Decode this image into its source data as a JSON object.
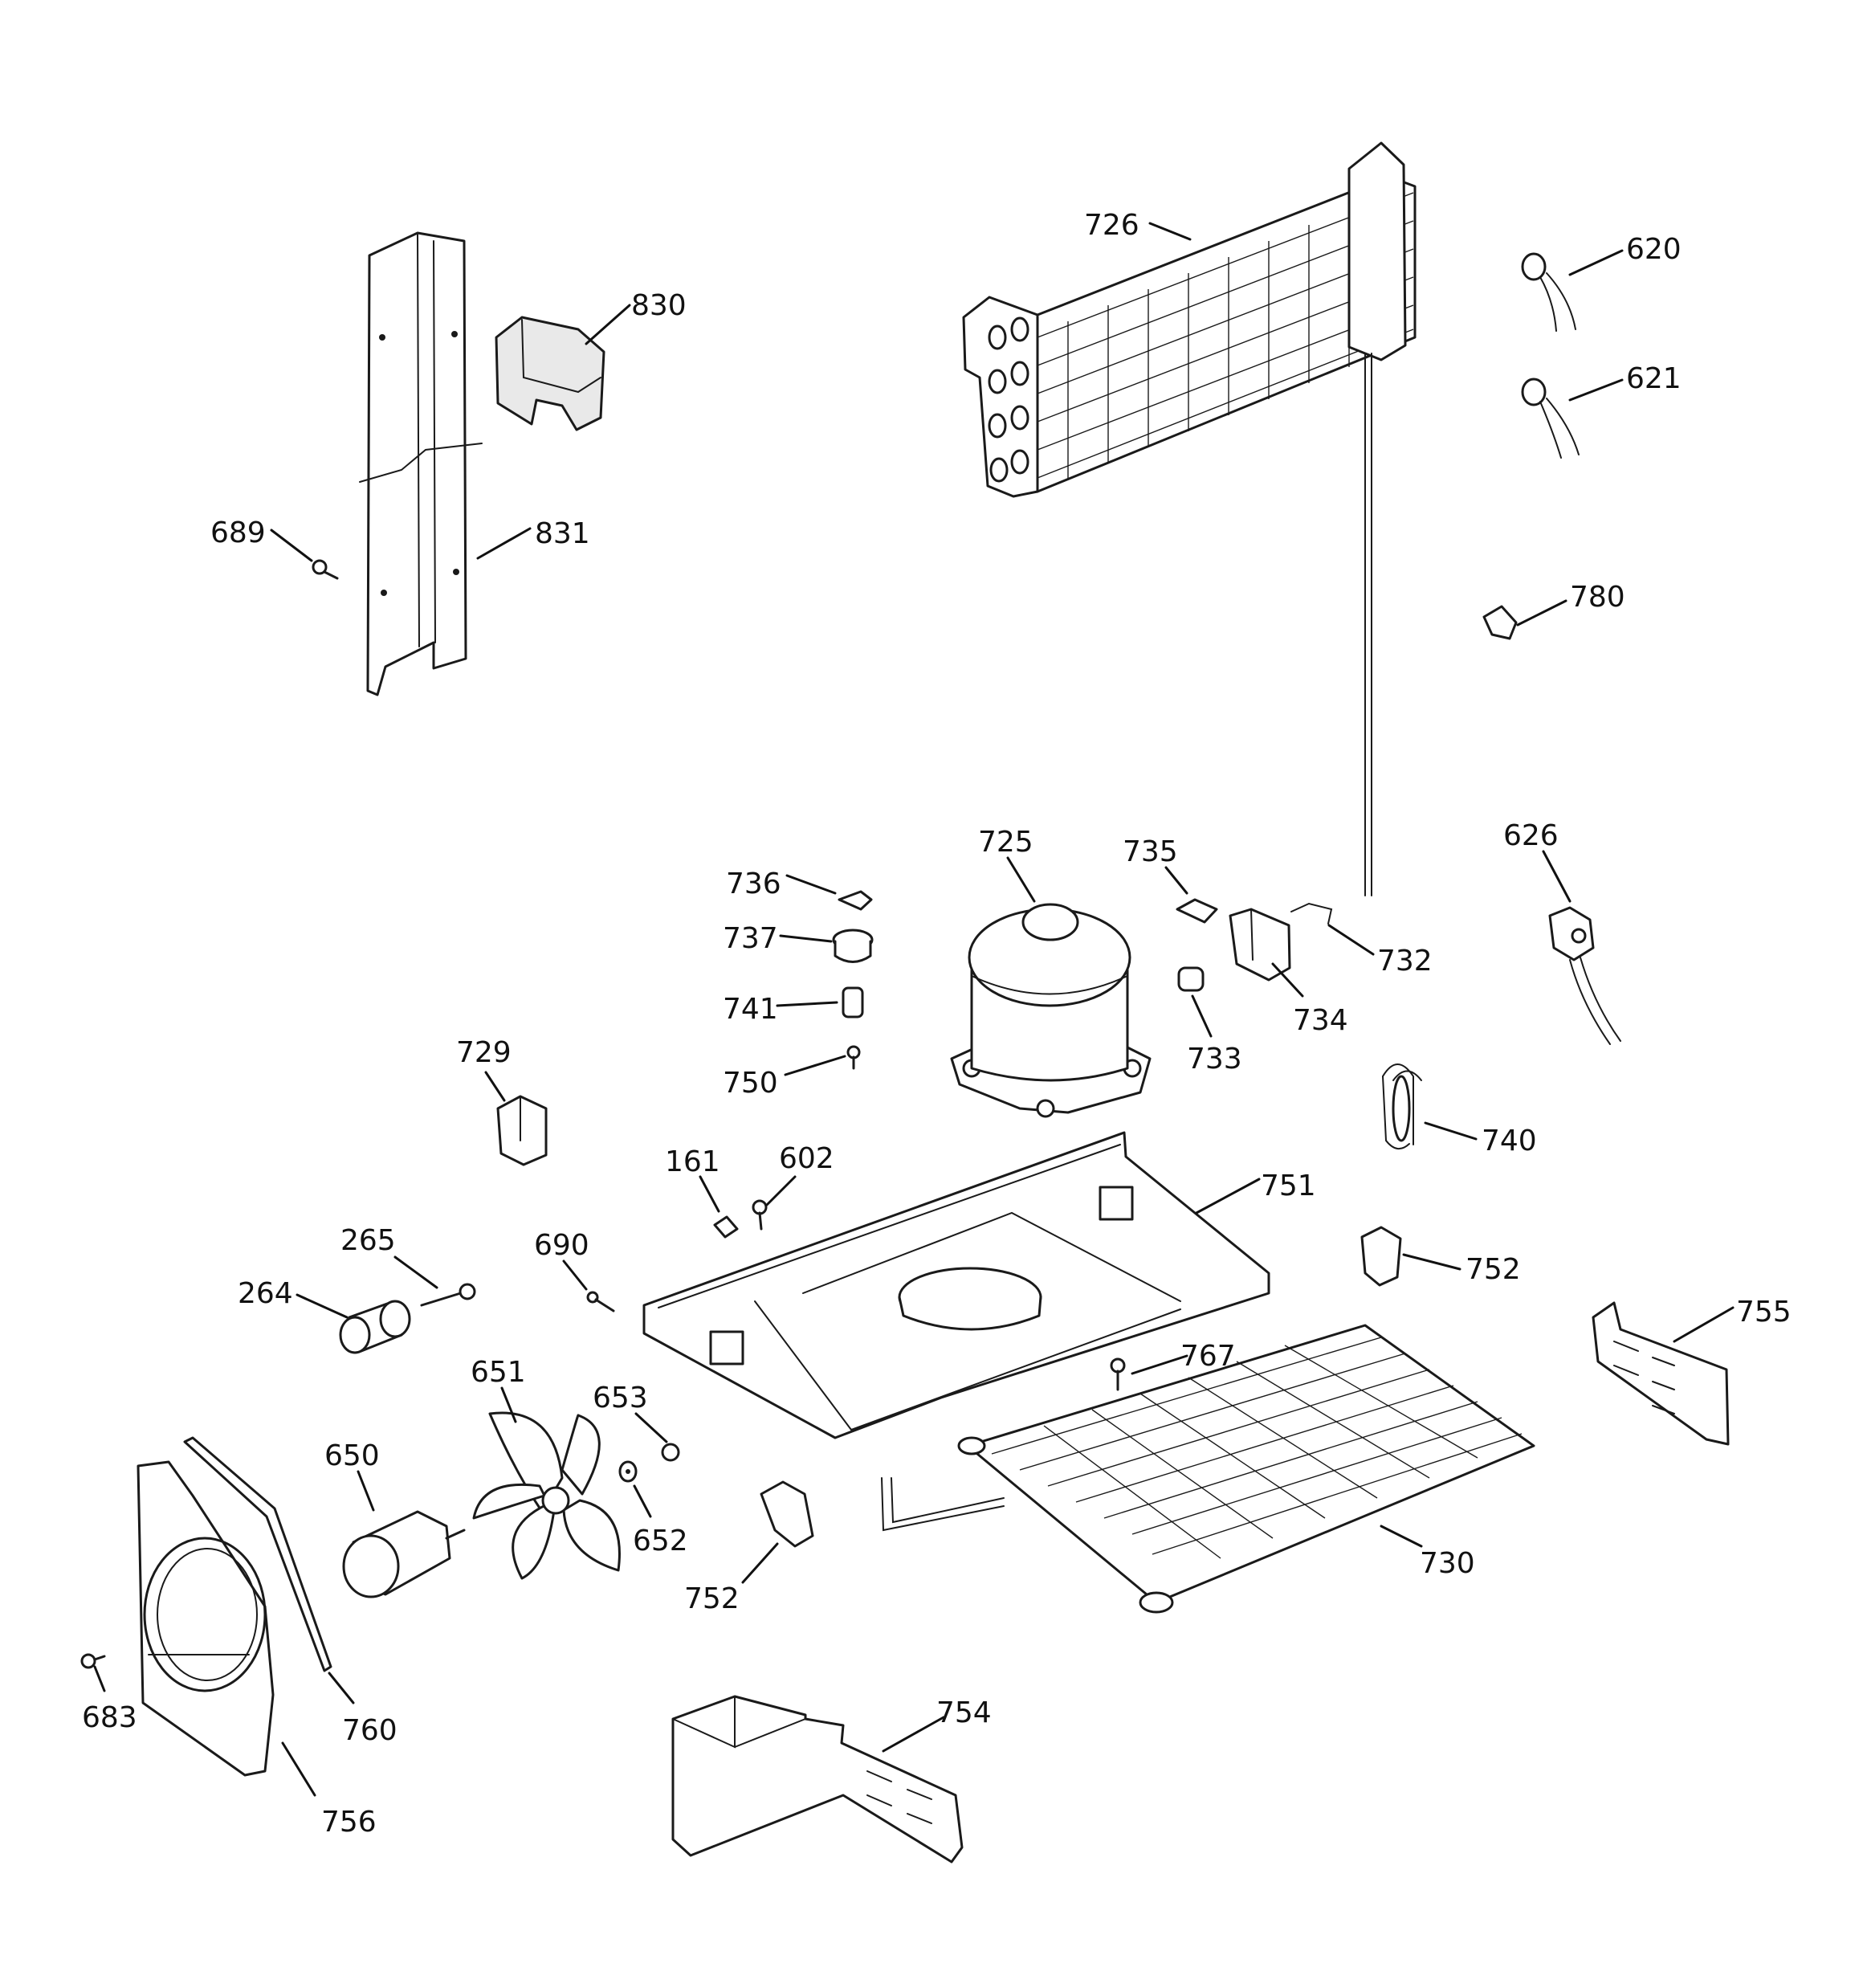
{
  "callouts": [
    {
      "id": "726",
      "label": "726"
    },
    {
      "id": "620",
      "label": "620"
    },
    {
      "id": "621",
      "label": "621"
    },
    {
      "id": "830",
      "label": "830"
    },
    {
      "id": "831",
      "label": "831"
    },
    {
      "id": "689",
      "label": "689"
    },
    {
      "id": "780",
      "label": "780"
    },
    {
      "id": "626",
      "label": "626"
    },
    {
      "id": "725",
      "label": "725"
    },
    {
      "id": "735",
      "label": "735"
    },
    {
      "id": "736",
      "label": "736"
    },
    {
      "id": "737",
      "label": "737"
    },
    {
      "id": "741",
      "label": "741"
    },
    {
      "id": "750",
      "label": "750"
    },
    {
      "id": "732",
      "label": "732"
    },
    {
      "id": "734",
      "label": "734"
    },
    {
      "id": "733",
      "label": "733"
    },
    {
      "id": "729",
      "label": "729"
    },
    {
      "id": "740",
      "label": "740"
    },
    {
      "id": "751",
      "label": "751"
    },
    {
      "id": "161",
      "label": "161"
    },
    {
      "id": "602",
      "label": "602"
    },
    {
      "id": "265",
      "label": "265"
    },
    {
      "id": "690",
      "label": "690"
    },
    {
      "id": "264",
      "label": "264"
    },
    {
      "id": "752a",
      "label": "752"
    },
    {
      "id": "755",
      "label": "755"
    },
    {
      "id": "767",
      "label": "767"
    },
    {
      "id": "651",
      "label": "651"
    },
    {
      "id": "653",
      "label": "653"
    },
    {
      "id": "650",
      "label": "650"
    },
    {
      "id": "652",
      "label": "652"
    },
    {
      "id": "752b",
      "label": "752"
    },
    {
      "id": "730",
      "label": "730"
    },
    {
      "id": "683",
      "label": "683"
    },
    {
      "id": "760",
      "label": "760"
    },
    {
      "id": "754",
      "label": "754"
    },
    {
      "id": "756",
      "label": "756"
    }
  ]
}
